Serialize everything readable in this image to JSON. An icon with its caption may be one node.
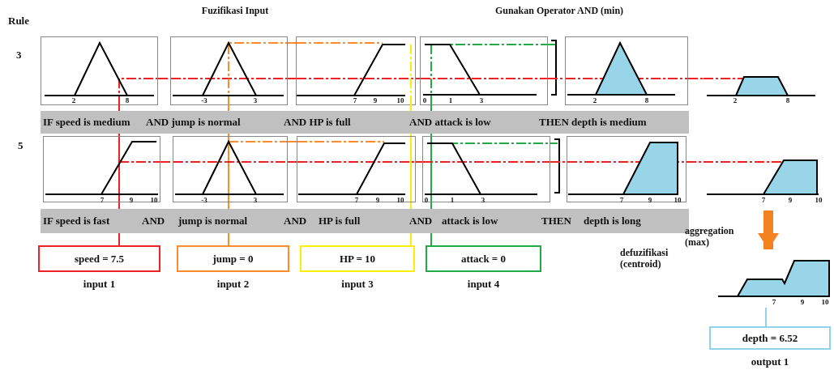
{
  "diagram": {
    "nodes": [
      {
        "text": [],
        "shape": "picture"
      },
      {
        "text": [],
        "shape": "picture"
      },
      {
        "text": [],
        "shape": "picture"
      },
      {
        "text": [],
        "shape": "picture"
      },
      {
        "text": [],
        "shape": "picture"
      },
      {
        "text": [],
        "shape": "picture"
      },
      {
        "text": [],
        "shape": "picture"
      },
      {
        "text": [],
        "shape": "picture"
      },
      {
        "text": [],
        "shape": "picture"
      },
      {
        "text": [],
        "shape": "picture"
      },
      {
        "text": [],
        "shape": "picture"
      },
      {
        "text": [],
        "shape": "picture"
      },
      {
        "text": [
          "speed = 7.5"
        ],
        "beside": [
          "input 1"
        ]
      },
      {
        "text": [
          "jump = 0"
        ],
        "beside": [
          "input 2"
        ]
      },
      {
        "text": [
          "HP = 10"
        ],
        "beside": [
          "input 3"
        ]
      },
      {
        "text": [
          "attack = 0"
        ],
        "beside": [
          "input 4"
        ]
      },
      {
        "text": [],
        "shape": "picture"
      },
      {
        "text": [
          "depth = 6.52"
        ],
        "beside": [
          "output 1"
        ]
      }
    ],
    "edges": [
      {
        "from": 12,
        "to": 6,
        "arrow": "none",
        "color": "#ee2222"
      },
      {
        "from": 12,
        "to": 0,
        "arrow": "none",
        "color": "#ee2222"
      },
      {
        "from": 13,
        "to": 7,
        "arrow": "none",
        "color": "#ff8a2a"
      },
      {
        "from": 13,
        "to": 1,
        "arrow": "none",
        "color": "#ff8a2a"
      },
      {
        "from": 14,
        "to": 8,
        "arrow": "none",
        "color": "#ffee00"
      },
      {
        "from": 14,
        "to": 2,
        "arrow": "none",
        "color": "#ffee00"
      },
      {
        "from": 15,
        "to": 9,
        "arrow": "none",
        "color": "#22aa44"
      },
      {
        "from": 15,
        "to": 3,
        "arrow": "none",
        "color": "#22aa44"
      },
      {
        "from": 11,
        "to": 16,
        "arrow": "to",
        "style": "thick",
        "color": "#f58220"
      },
      {
        "from": 16,
        "to": 17,
        "arrow": "none",
        "color": "#8fd3ea"
      },
      {
        "from": 0,
        "to": 1,
        "arrow": "none",
        "style": "dashed",
        "color": "#ee2222"
      },
      {
        "from": 1,
        "to": 2,
        "arrow": "none",
        "style": "dashed",
        "color": "#ee2222"
      },
      {
        "from": 2,
        "to": 3,
        "arrow": "none",
        "style": "dashed",
        "color": "#ee2222"
      },
      {
        "from": 3,
        "to": 4,
        "arrow": "none",
        "style": "dashed",
        "color": "#ee2222"
      },
      {
        "from": 4,
        "to": 5,
        "arrow": "none",
        "style": "dashed",
        "color": "#ee2222"
      },
      {
        "from": 1,
        "to": 2,
        "arrow": "none",
        "style": "dashed",
        "color": "#ff8a2a"
      },
      {
        "from": 6,
        "to": 7,
        "arrow": "none",
        "style": "dashed",
        "color": "#ee2222"
      },
      {
        "from": 7,
        "to": 8,
        "arrow": "none",
        "style": "dashed",
        "color": "#ee2222"
      },
      {
        "from": 8,
        "to": 9,
        "arrow": "none",
        "style": "dashed",
        "color": "#ee2222"
      },
      {
        "from": 9,
        "to": 10,
        "arrow": "none",
        "style": "dashed",
        "color": "#ee2222"
      },
      {
        "from": 10,
        "to": 11,
        "arrow": "none",
        "style": "dashed",
        "color": "#ee2222"
      },
      {
        "from": 7,
        "to": 8,
        "arrow": "none",
        "style": "dashed",
        "color": "#ff8a2a"
      }
    ],
    "labels": [
      "Rule",
      "Fuzifikasi Input",
      "Gunakan Operator AND (min)",
      "3",
      "2",
      "8",
      "-3",
      "3",
      "7",
      "9",
      "10",
      "0",
      "1",
      "3",
      "2",
      "8",
      "2",
      "8",
      "IF speed is medium",
      "AND jump is normal",
      "AND HP is full",
      "AND attack is low",
      "THEN depth is medium",
      "5",
      "7",
      "9",
      "10",
      "-3",
      "3",
      "7",
      "9",
      "10",
      "0",
      "1",
      "3",
      "7",
      "9",
      "10",
      "7",
      "9",
      "10",
      "IF speed is fast",
      "AND",
      "jump is normal",
      "AND",
      "HP is full",
      "AND",
      "attack is low",
      "THEN",
      "depth is long",
      "aggregation (max)",
      "defuzifikasi (centroid)",
      "7",
      "9",
      "10"
    ]
  }
}
